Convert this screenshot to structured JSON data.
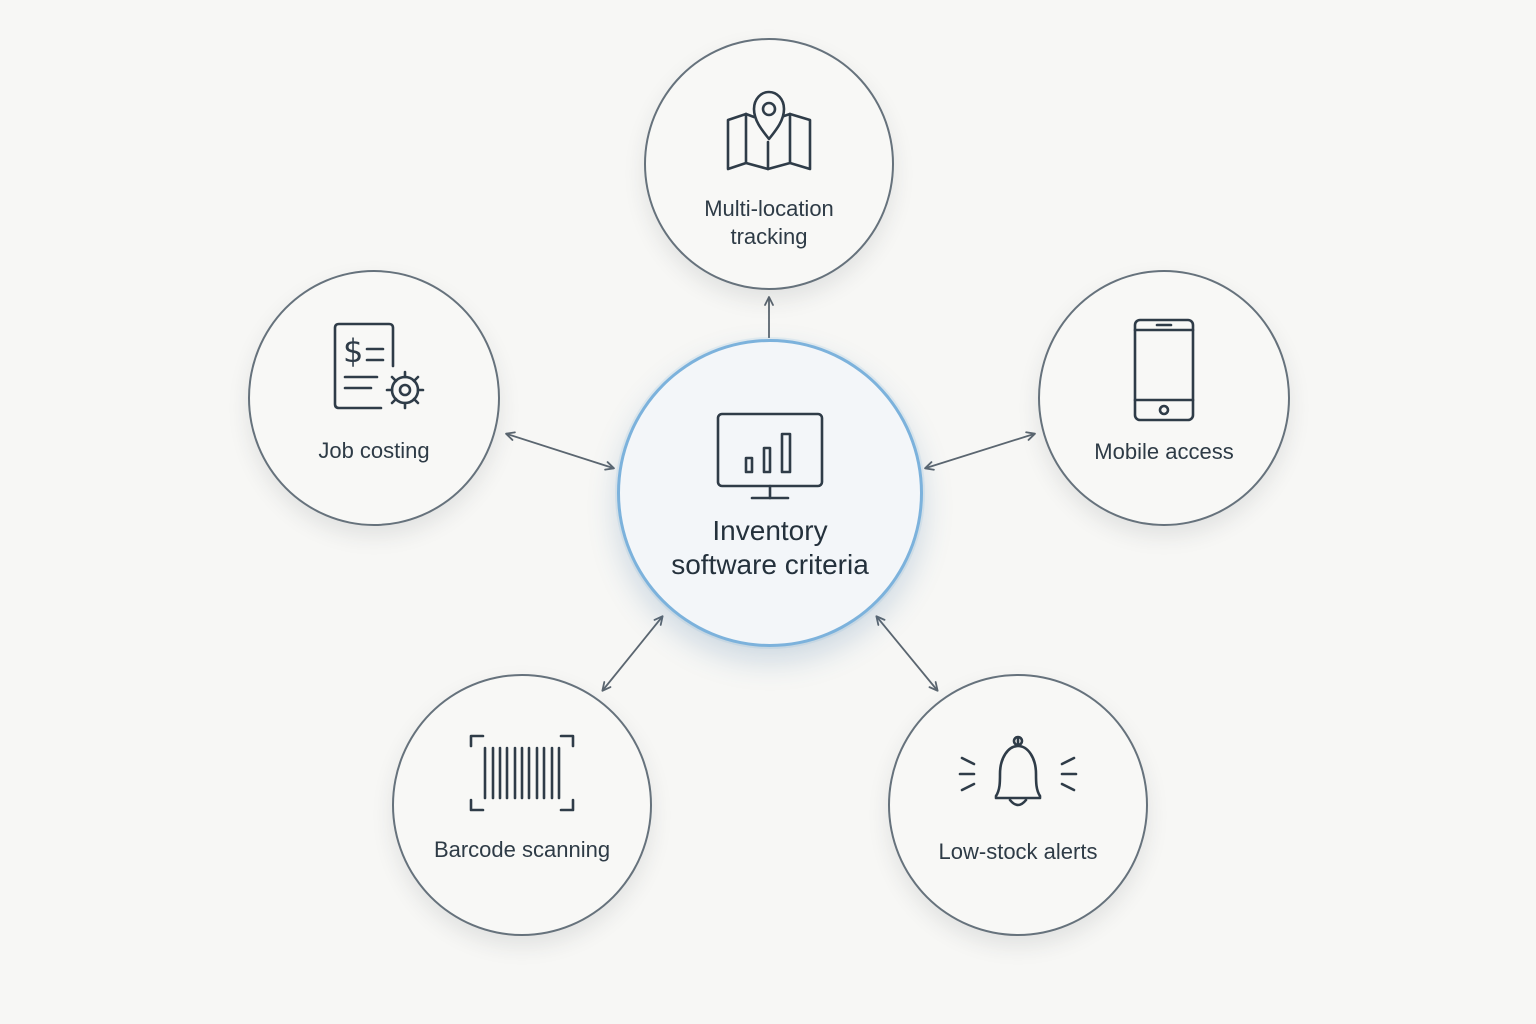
{
  "diagram": {
    "center": {
      "label": "Inventory software criteria",
      "icon": "monitor-chart-icon"
    },
    "nodes": [
      {
        "id": "multi-location",
        "label": "Multi-location tracking",
        "icon": "map-pin-icon"
      },
      {
        "id": "job-costing",
        "label": "Job costing",
        "icon": "invoice-gear-icon"
      },
      {
        "id": "mobile-access",
        "label": "Mobile access",
        "icon": "smartphone-icon"
      },
      {
        "id": "barcode-scanning",
        "label": "Barcode scanning",
        "icon": "barcode-icon"
      },
      {
        "id": "low-stock-alerts",
        "label": "Low-stock alerts",
        "icon": "bell-alert-icon"
      }
    ],
    "colors": {
      "background": "#f7f7f5",
      "node_border": "#66727c",
      "center_border": "#7cb2dc",
      "connector": "#5b6670",
      "text": "#2d3a45"
    }
  }
}
